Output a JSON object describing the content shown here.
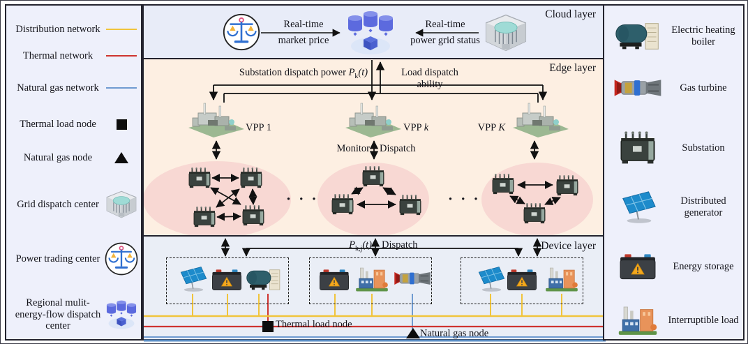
{
  "left_legend": {
    "items": [
      {
        "label": "Distribution network",
        "symbol": "distribution-line",
        "color": "#f0c43c"
      },
      {
        "label": "Thermal network",
        "symbol": "thermal-line",
        "color": "#cf3430"
      },
      {
        "label": "Natural gas network",
        "symbol": "gas-line",
        "color": "#6f9bd1"
      },
      {
        "label": "Thermal load node",
        "symbol": "black-square"
      },
      {
        "label": "Natural gas node",
        "symbol": "black-triangle"
      },
      {
        "label": "Grid dispatch center",
        "symbol": "grid-dispatch-building-icon"
      },
      {
        "label": "Power trading center",
        "symbol": "trading-scale-icon"
      },
      {
        "label": "Regional mulit-energy-flow dispatch center",
        "symbol": "regional-dispatch-cloud-icon"
      }
    ]
  },
  "right_legend": {
    "items": [
      {
        "label": "Electric heating boiler",
        "symbol": "boiler-icon"
      },
      {
        "label": "Gas turbine",
        "symbol": "gas-turbine-icon"
      },
      {
        "label": "Substation",
        "symbol": "substation-icon"
      },
      {
        "label": "Distributed generator",
        "symbol": "solar-panel-icon"
      },
      {
        "label": "Energy storage",
        "symbol": "battery-icon"
      },
      {
        "label": "Interruptible load",
        "symbol": "factory-icon"
      }
    ]
  },
  "cloud_layer": {
    "title": "Cloud layer",
    "market_price_top": "Real-time",
    "market_price_bottom": "market price",
    "grid_status_top": "Real-time",
    "grid_status_bottom": "power grid status"
  },
  "edge_layer": {
    "title": "Edge layer",
    "power_label": {
      "text": "Substation dispatch power ",
      "var": "P",
      "sub": "k",
      "args": "(t)"
    },
    "load_label": "Load dispatch ability",
    "monitor": "Monitor",
    "dispatch": "Dispatch",
    "vpp1_prefix": "VPP ",
    "vpp1_suffix": "1",
    "vppk_prefix": "VPP ",
    "vppk_suffix": "k",
    "vppK_prefix": "VPP ",
    "vppK_suffix": "K",
    "dots": "· · ·"
  },
  "device_layer": {
    "title": "Device layer",
    "dispatch_math": {
      "var": "P",
      "sub": "k,j",
      "args": "(t)"
    },
    "dispatch_text": "Dispatch",
    "thermal_node_label": "Thermal load node",
    "gas_node_label": "Natural gas node"
  },
  "colors": {
    "distribution_network": "#f0c43c",
    "thermal_network": "#cf3430",
    "natural_gas_network": "#6f9bd1",
    "cloud_bg": "#e8ecf8",
    "edge_bg": "#fdefe2",
    "device_bg": "#eaeef6",
    "panel_bg": "#eef0fb",
    "vpp_group_ellipse": "#f8d8d3"
  }
}
